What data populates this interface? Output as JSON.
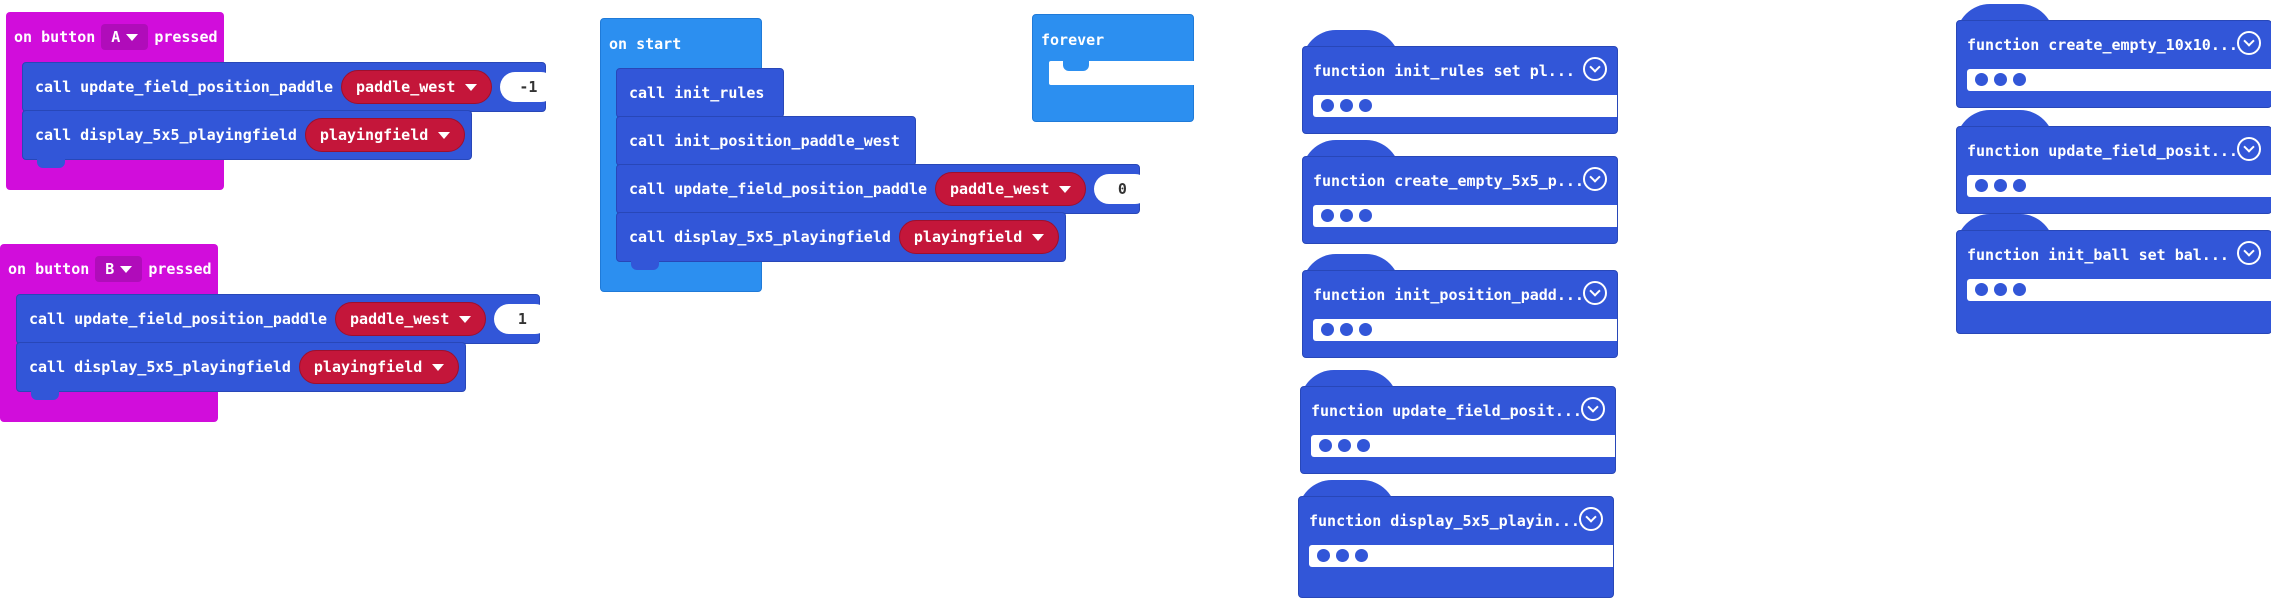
{
  "colors": {
    "input_event": "#d10ddb",
    "basic_event": "#2c8ff0",
    "function": "#3256d8",
    "variable": "#c4163a",
    "number_bg": "#ffffff"
  },
  "button_a_block": {
    "prefix": "on button",
    "button": "A",
    "suffix": "pressed",
    "stmt1": {
      "call": "call update_field_position_paddle",
      "arg": "paddle_west",
      "num": "-1"
    },
    "stmt2": {
      "call": "call display_5x5_playingfield",
      "arg": "playingfield"
    }
  },
  "button_b_block": {
    "prefix": "on button",
    "button": "B",
    "suffix": "pressed",
    "stmt1": {
      "call": "call update_field_position_paddle",
      "arg": "paddle_west",
      "num": "1"
    },
    "stmt2": {
      "call": "call display_5x5_playingfield",
      "arg": "playingfield"
    }
  },
  "on_start_block": {
    "title": "on start",
    "stmt1": {
      "call": "call init_rules"
    },
    "stmt2": {
      "call": "call init_position_paddle_west"
    },
    "stmt3": {
      "call": "call update_field_position_paddle",
      "arg": "paddle_west",
      "num": "0"
    },
    "stmt4": {
      "call": "call display_5x5_playingfield",
      "arg": "playingfield"
    }
  },
  "forever_block": {
    "title": "forever"
  },
  "function_defs": [
    {
      "title": "function init_rules  set pl...",
      "icon": "expand-icon"
    },
    {
      "title": "function create_empty_5x5_p...",
      "icon": "expand-icon"
    },
    {
      "title": "function init_position_padd...",
      "icon": "expand-icon"
    },
    {
      "title": "function update_field_posit...",
      "icon": "expand-icon"
    },
    {
      "title": "function display_5x5_playin...",
      "icon": "expand-icon"
    },
    {
      "title": "function create_empty_10x10...",
      "icon": "expand-icon"
    },
    {
      "title": "function update_field_posit...",
      "icon": "expand-icon"
    },
    {
      "title": "function init_ball  set bal...",
      "icon": "expand-icon"
    }
  ]
}
